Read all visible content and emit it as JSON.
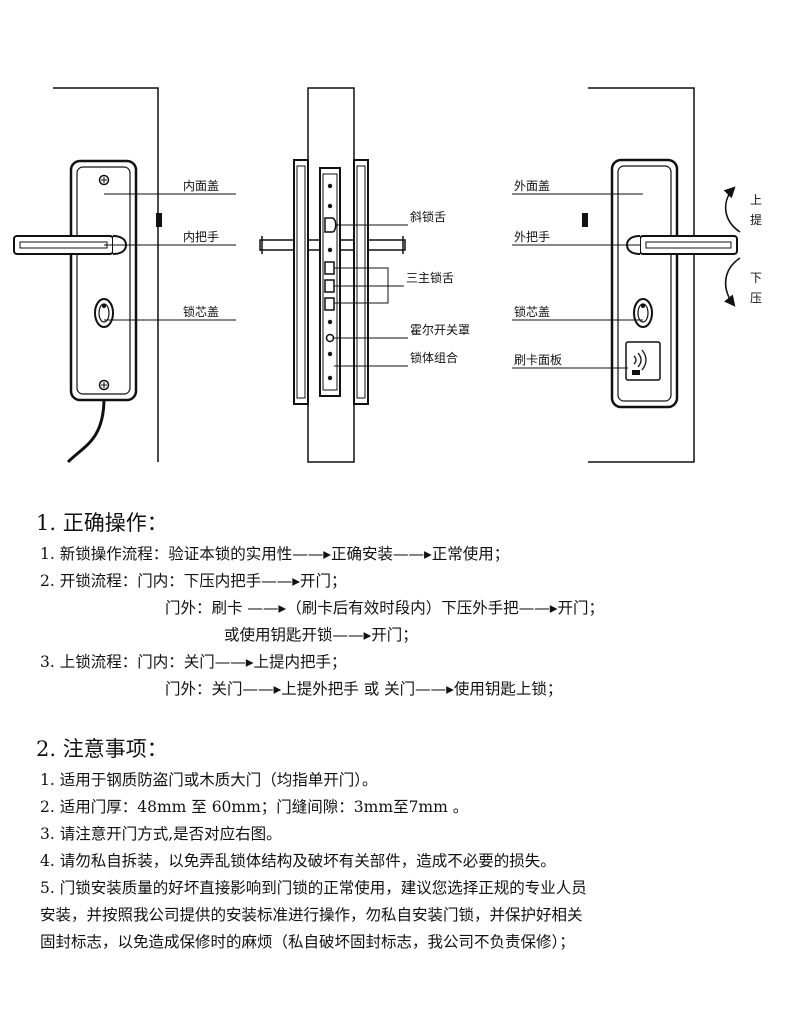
{
  "labels": {
    "inner_cover": "内面盖",
    "inner_handle": "内把手",
    "inner_cylinder_cover": "锁芯盖",
    "latch_bolt": "斜锁舌",
    "main_bolts": "三主锁舌",
    "hall_switch_cover": "霍尔开关罩",
    "lock_body": "锁体组合",
    "outer_cover": "外面盖",
    "outer_handle": "外把手",
    "outer_cylinder_cover": "锁芯盖",
    "card_panel": "刷卡面板",
    "lift_up": [
      "上",
      "提"
    ],
    "press_down": [
      "下",
      "压"
    ]
  },
  "section1": {
    "title": "1. 正确操作：",
    "lines": [
      "1. 新锁操作流程：验证本锁的实用性——▸正确安装——▸正常使用；",
      "2. 开锁流程：门内：下压内把手——▸开门；",
      "门外：刷卡 ——▸（刷卡后有效时段内）下压外手把——▸开门；",
      "或使用钥匙开锁——▸开门；",
      "3. 上锁流程：门内：关门——▸上提内把手；",
      "门外：关门——▸上提外把手    或    关门——▸使用钥匙上锁；"
    ]
  },
  "section2": {
    "title": "2. 注意事项：",
    "lines": [
      "1. 适用于钢质防盗门或木质大门（均指单开门）。",
      "2. 适用门厚：48mm 至 60mm；门缝间隙：3mm至7mm 。",
      "3. 请注意开门方式,是否对应右图。",
      "4. 请勿私自拆装，以免弄乱锁体结构及破坏有关部件，造成不必要的损失。",
      "5. 门锁安装质量的好坏直接影响到门锁的正常使用，建议您选择正规的专业人员",
      "安装，并按照我公司提供的安装标准进行操作，勿私自安装门锁，并保护好相关",
      "固封标志，以免造成保修时的麻烦（私自破坏固封标志，我公司不负责保修）；"
    ]
  }
}
